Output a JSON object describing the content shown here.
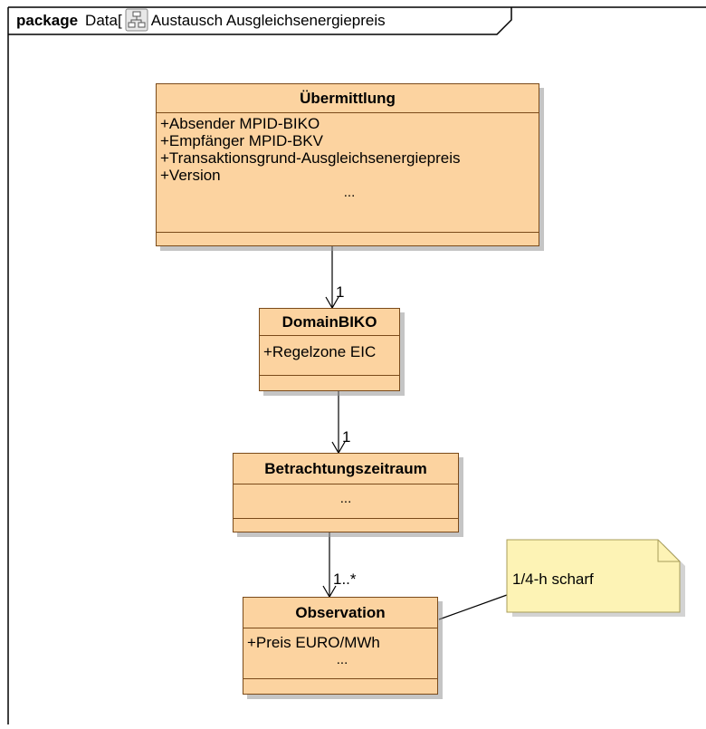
{
  "package": {
    "keyword": "package",
    "name": "Data[",
    "diagram_title": "Austausch Ausgleichsenergiepreis"
  },
  "classes": {
    "uebermittlung": {
      "name": "Übermittlung",
      "attributes": [
        "+Absender MPID-BIKO",
        "+Empfänger MPID-BKV",
        "+Transaktionsgrund-Ausgleichsenergiepreis",
        "+Version"
      ],
      "ellipsis": "..."
    },
    "domainbiko": {
      "name": "DomainBIKO",
      "attributes": [
        "+Regelzone EIC"
      ]
    },
    "betrachtungszeitraum": {
      "name": "Betrachtungszeitraum",
      "ellipsis": "..."
    },
    "observation": {
      "name": "Observation",
      "attributes": [
        "+Preis EURO/MWh"
      ],
      "ellipsis": "..."
    }
  },
  "associations": {
    "uebermittlung_domain": "1",
    "domain_betrachtung": "1",
    "betrachtung_observation": "1..*"
  },
  "note": {
    "text": "1/4-h scharf"
  },
  "colors": {
    "class_fill": "#fcd3a0",
    "class_border": "#7a4a1a",
    "note_fill": "#fdf3b5",
    "note_border": "#a89d5a"
  }
}
